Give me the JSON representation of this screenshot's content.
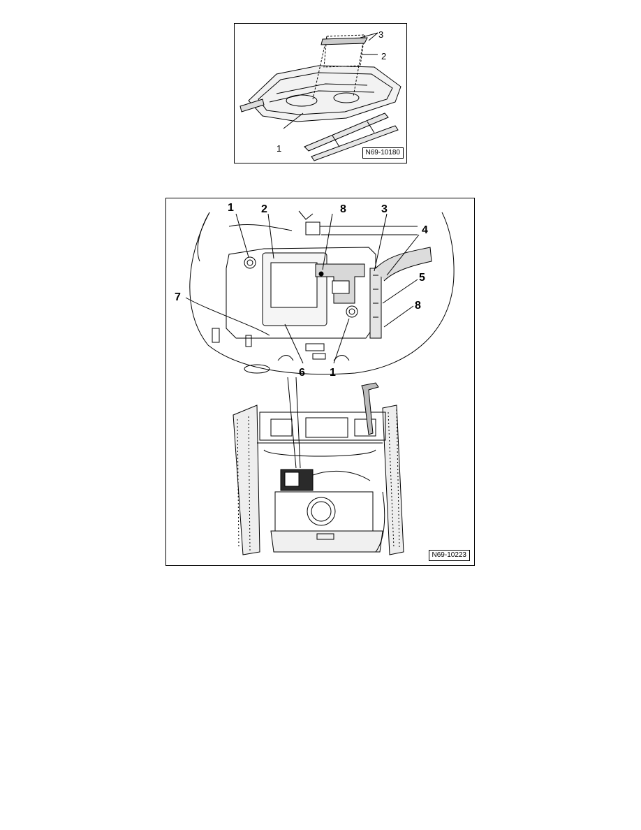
{
  "figure_1": {
    "id_label": "N69-10180",
    "callouts": {
      "c3": "3",
      "c2": "2",
      "c1": "1"
    }
  },
  "figure_2": {
    "id_label": "N69-10223",
    "callouts": {
      "c1_top": "1",
      "c2": "2",
      "c8_top": "8",
      "c3": "3",
      "c4": "4",
      "c5": "5",
      "c8_right": "8",
      "c7": "7",
      "c6": "6",
      "c1_bottom": "1"
    }
  }
}
